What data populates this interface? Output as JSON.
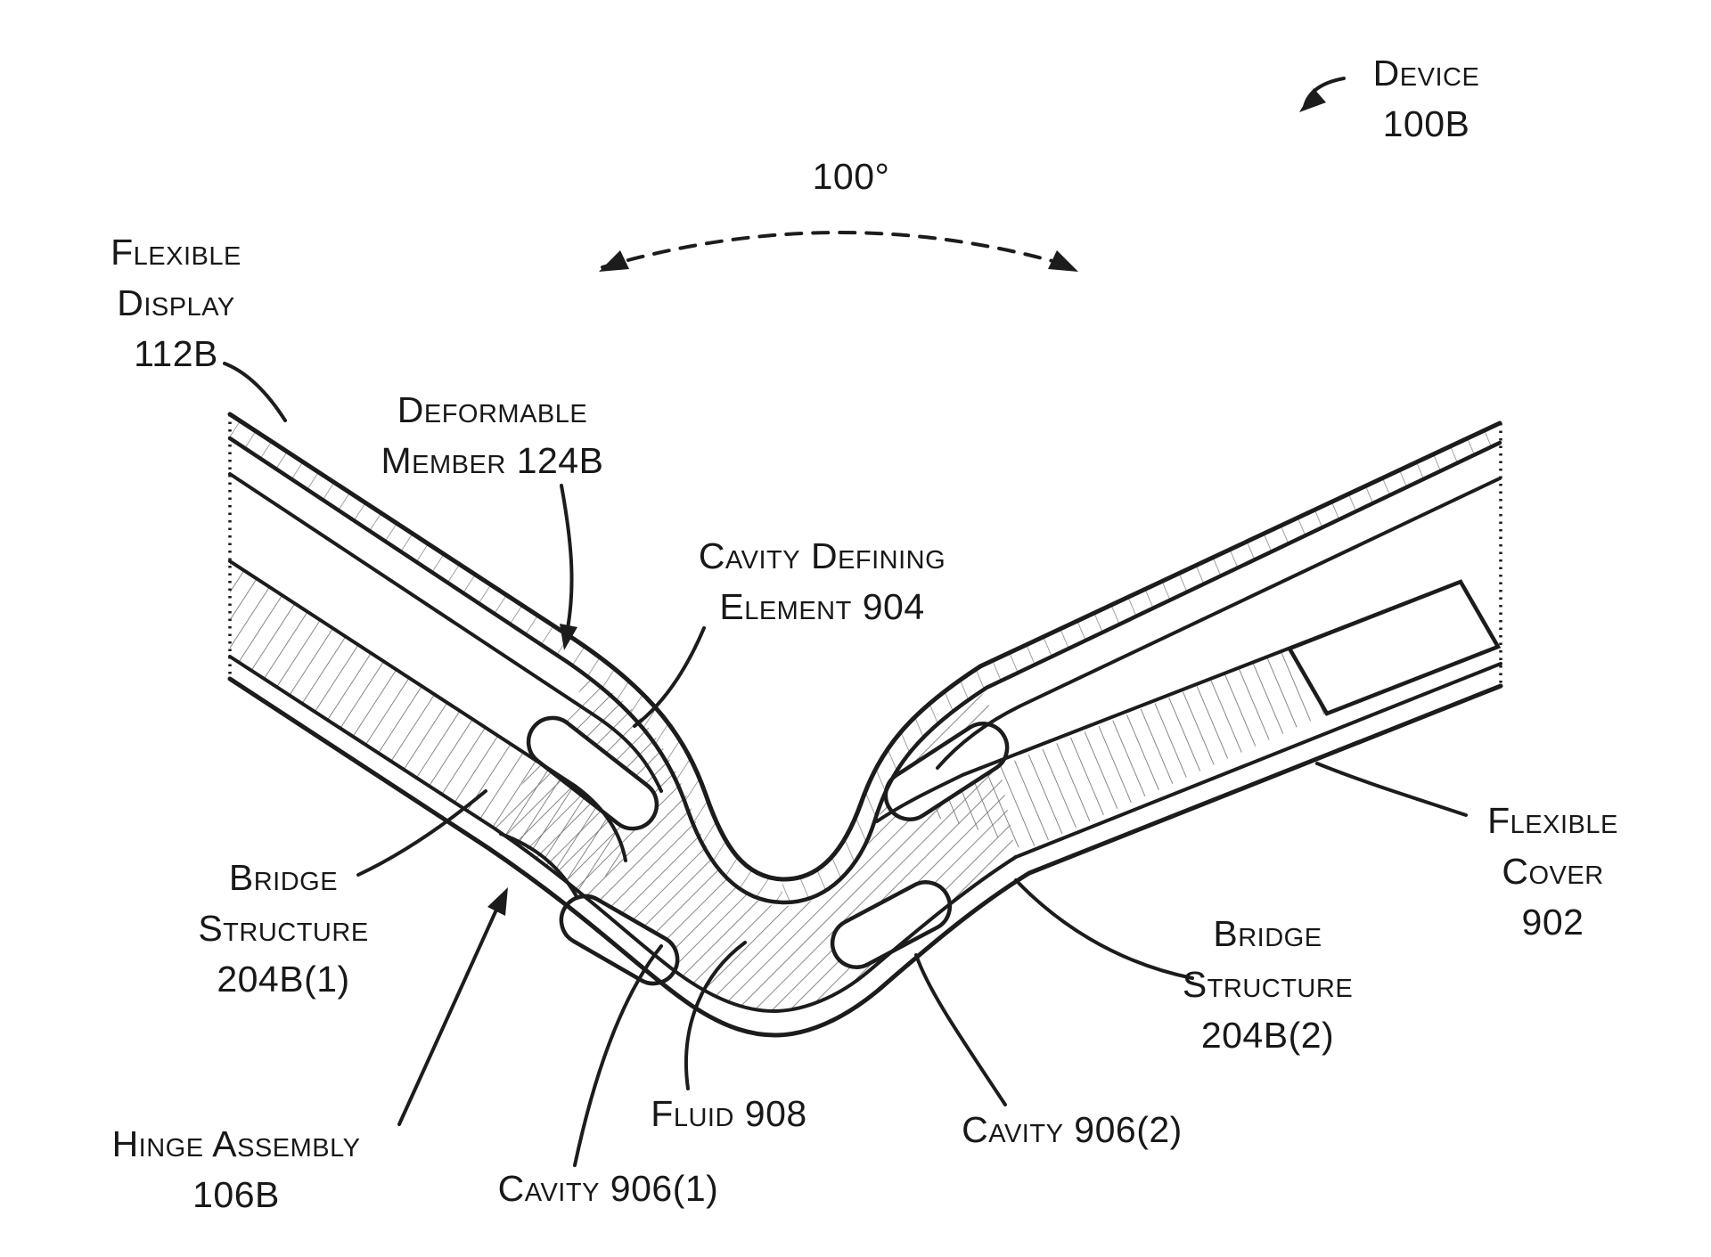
{
  "figure": {
    "type": "patent-hinge-cross-section",
    "ink_color": "#1c1c1c",
    "hatch_color": "#7a7a7a",
    "angle_annotation": "100°",
    "labels": {
      "device": {
        "line1": "Device",
        "line2": "100B"
      },
      "flexible_display": {
        "line1": "Flexible",
        "line2": "Display",
        "line3": "112B"
      },
      "deformable_member": {
        "line1": "Deformable",
        "line2": "Member 124B"
      },
      "cavity_defining_element": {
        "line1": "Cavity Defining",
        "line2": "Element 904"
      },
      "bridge_structure_1": {
        "line1": "Bridge",
        "line2": "Structure",
        "line3": "204B(1)"
      },
      "hinge_assembly": {
        "line1": "Hinge Assembly",
        "line2": "106B"
      },
      "fluid": {
        "line1": "Fluid 908"
      },
      "cavity_1": {
        "line1": "Cavity 906(1)"
      },
      "cavity_2": {
        "line1": "Cavity 906(2)"
      },
      "bridge_structure_2": {
        "line1": "Bridge",
        "line2": "Structure",
        "line3": "204B(2)"
      },
      "flexible_cover": {
        "line1": "Flexible",
        "line2": "Cover",
        "line3": "902"
      }
    }
  }
}
